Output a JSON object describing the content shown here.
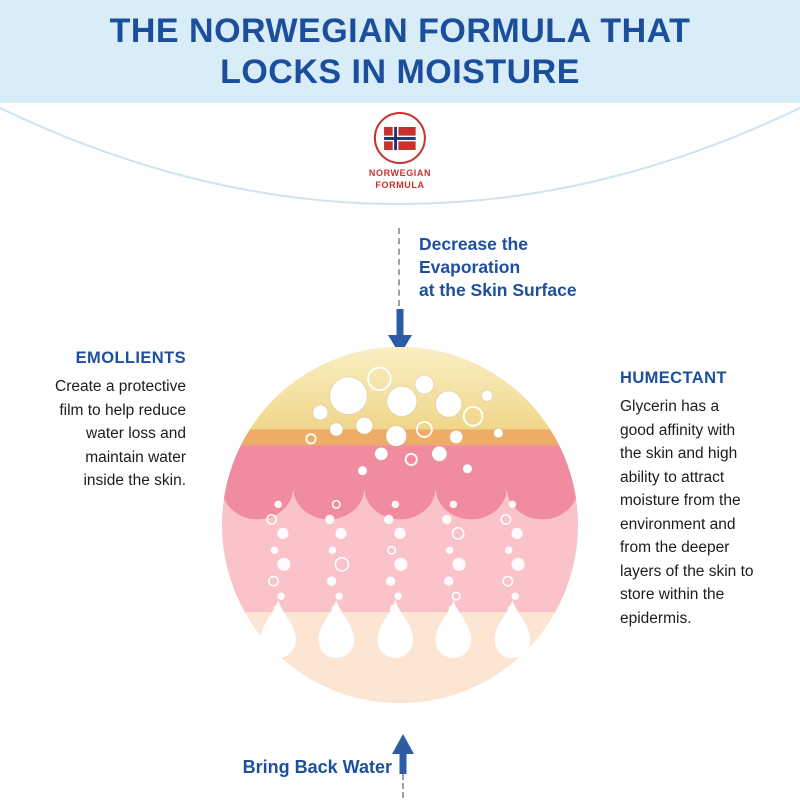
{
  "banner": {
    "title_line1": "THE NORWEGIAN FORMULA THAT",
    "title_line2": "LOCKS IN MOISTURE"
  },
  "logo": {
    "name_line1": "NORWEGIAN",
    "name_line2": "FORMULA"
  },
  "callouts": {
    "top_label": "Decrease the\nEvaporation\nat the Skin Surface",
    "bottom_label": "Bring Back Water",
    "left": {
      "heading": "EMOLLIENTS",
      "body": "Create a protective\nfilm to help reduce\nwater loss and\nmaintain water\ninside the skin."
    },
    "right": {
      "heading": "HUMECTANT",
      "body": "Glycerin has a\ngood affinity with\nthe skin and high\nability to attract\nmoisture from the\nenvironment and\nfrom the deeper\nlayers of the skin to\nstore within the\nepidermis."
    }
  },
  "icons": {
    "down_arrow": "↓",
    "up_arrow": "↑",
    "flag": "norway-flag"
  },
  "colors": {
    "banner_bg": "#d9edf8",
    "title_blue": "#1b4e9b",
    "accent_blue": "#1d4f9e",
    "arrow_blue": "#2d5ba6",
    "logo_red": "#c8322e",
    "flag_blue": "#20336e",
    "skin_yellow": "#f0d68a",
    "skin_orange": "#eeac66",
    "skin_pink_dark": "#f18ba0",
    "skin_pink_light": "#f9c3c9",
    "skin_peach": "#fce5d2"
  }
}
